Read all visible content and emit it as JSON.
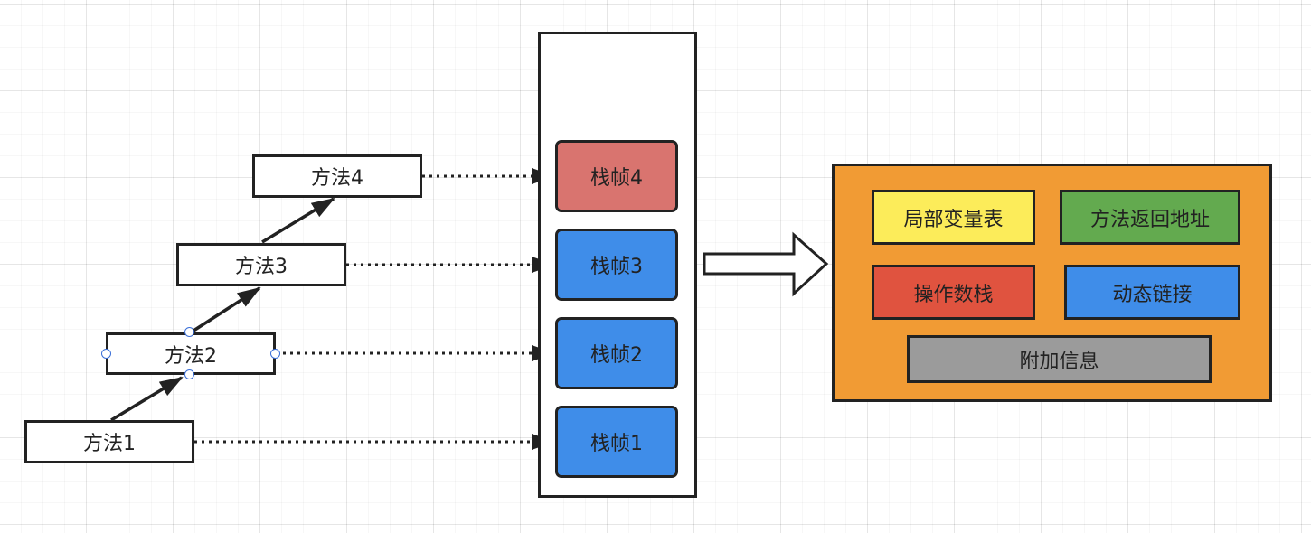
{
  "methods": {
    "m1": "方法1",
    "m2": "方法2",
    "m3": "方法3",
    "m4": "方法4"
  },
  "frames": {
    "f1": "栈帧1",
    "f2": "栈帧2",
    "f3": "栈帧3",
    "f4": "栈帧4"
  },
  "frame_details": {
    "local_vars": "局部变量表",
    "return_addr": "方法返回地址",
    "operand_stack": "操作数栈",
    "dynamic_link": "动态链接",
    "extra_info": "附加信息"
  },
  "colors": {
    "frame_active": "#d9746f",
    "frame_normal": "#3f8de9",
    "detail_bg": "#f19b34",
    "local_vars": "#fcec5a",
    "return_addr": "#63aa4f",
    "operand_stack": "#e0533f",
    "dynamic_link": "#3f8de9",
    "extra_info": "#9b9b9b"
  },
  "selected_element": "method-2"
}
